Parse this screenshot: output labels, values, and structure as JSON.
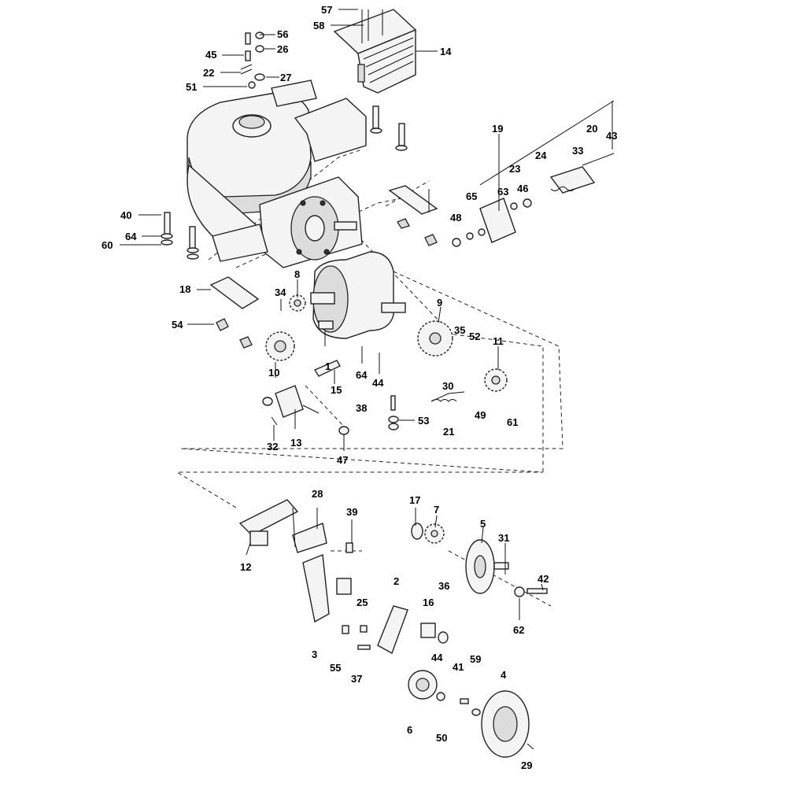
{
  "parts": {
    "p1": "1",
    "p2": "2",
    "p3": "3",
    "p4": "4",
    "p5": "5",
    "p6": "6",
    "p7": "7",
    "p8": "8",
    "p9": "9",
    "p10": "10",
    "p11": "11",
    "p12": "12",
    "p13": "13",
    "p14": "14",
    "p15": "15",
    "p16": "16",
    "p17": "17",
    "p18": "18",
    "p19": "19",
    "p20": "20",
    "p21": "21",
    "p22": "22",
    "p23": "23",
    "p24": "24",
    "p25": "25",
    "p26": "26",
    "p27": "27",
    "p28": "28",
    "p29": "29",
    "p30": "30",
    "p31": "31",
    "p32": "32",
    "p33": "33",
    "p34": "34",
    "p35": "35",
    "p36": "36",
    "p37": "37",
    "p38": "38",
    "p39": "39",
    "p40": "40",
    "p41": "41",
    "p42": "42",
    "p43": "43",
    "p44a": "44",
    "p44b": "44",
    "p45": "45",
    "p46": "46",
    "p47": "47",
    "p48": "48",
    "p49": "49",
    "p50": "50",
    "p51": "51",
    "p52": "52",
    "p53": "53",
    "p54": "54",
    "p55": "55",
    "p56": "56",
    "p57": "57",
    "p58": "58",
    "p59": "59",
    "p60": "60",
    "p61": "61",
    "p62": "62",
    "p63": "63",
    "p64a": "64",
    "p64b": "64",
    "p65": "65"
  }
}
